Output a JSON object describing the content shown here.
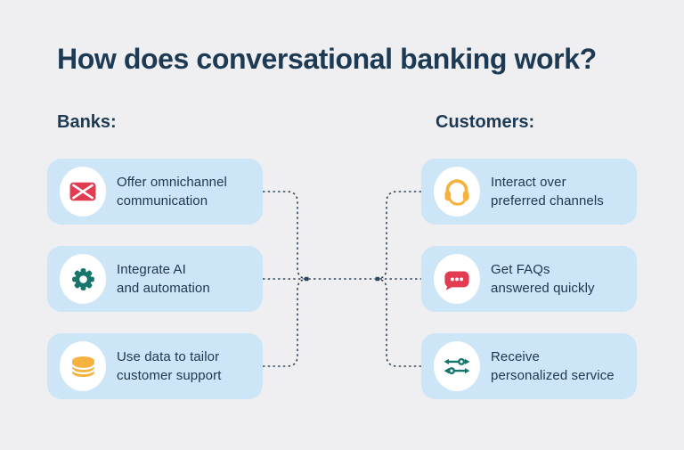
{
  "title": "How does conversational banking work?",
  "left": {
    "heading": "Banks:",
    "cards": [
      {
        "icon": "envelope",
        "line1": "Offer omnichannel",
        "line2": "communication"
      },
      {
        "icon": "gear",
        "line1": "Integrate AI",
        "line2": "and automation"
      },
      {
        "icon": "database",
        "line1": "Use data to tailor",
        "line2": "customer support"
      }
    ]
  },
  "right": {
    "heading": "Customers:",
    "cards": [
      {
        "icon": "headset",
        "line1": "Interact over",
        "line2": "preferred channels"
      },
      {
        "icon": "chat-bubble",
        "line1": "Get FAQs",
        "line2": "answered quickly"
      },
      {
        "icon": "sliders",
        "line1": "Receive",
        "line2": "personalized service"
      }
    ]
  },
  "colors": {
    "background": "#efeff1",
    "card_blue": "#cce5f7",
    "text_navy": "#1d3a55",
    "icon_red": "#e23c52",
    "icon_teal": "#17756c",
    "icon_amber": "#f5b23e",
    "connector_navy": "#33475c",
    "circle_white": "#ffffff"
  }
}
